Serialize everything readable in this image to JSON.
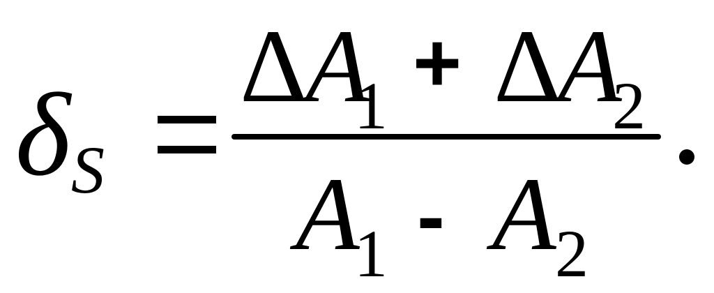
{
  "formula": {
    "lhs": {
      "symbol": "δ",
      "subscript": "S"
    },
    "relation": "=",
    "numerator": {
      "term1_delta": "Δ",
      "term1_var": "A",
      "term1_sub": "1",
      "operator": "+",
      "term2_delta": "Δ",
      "term2_var": "A",
      "term2_sub": "2"
    },
    "denominator": {
      "term1_var": "A",
      "term1_sub": "1",
      "operator": "-",
      "term2_var": "A",
      "term2_sub": "2"
    },
    "terminator": "."
  }
}
